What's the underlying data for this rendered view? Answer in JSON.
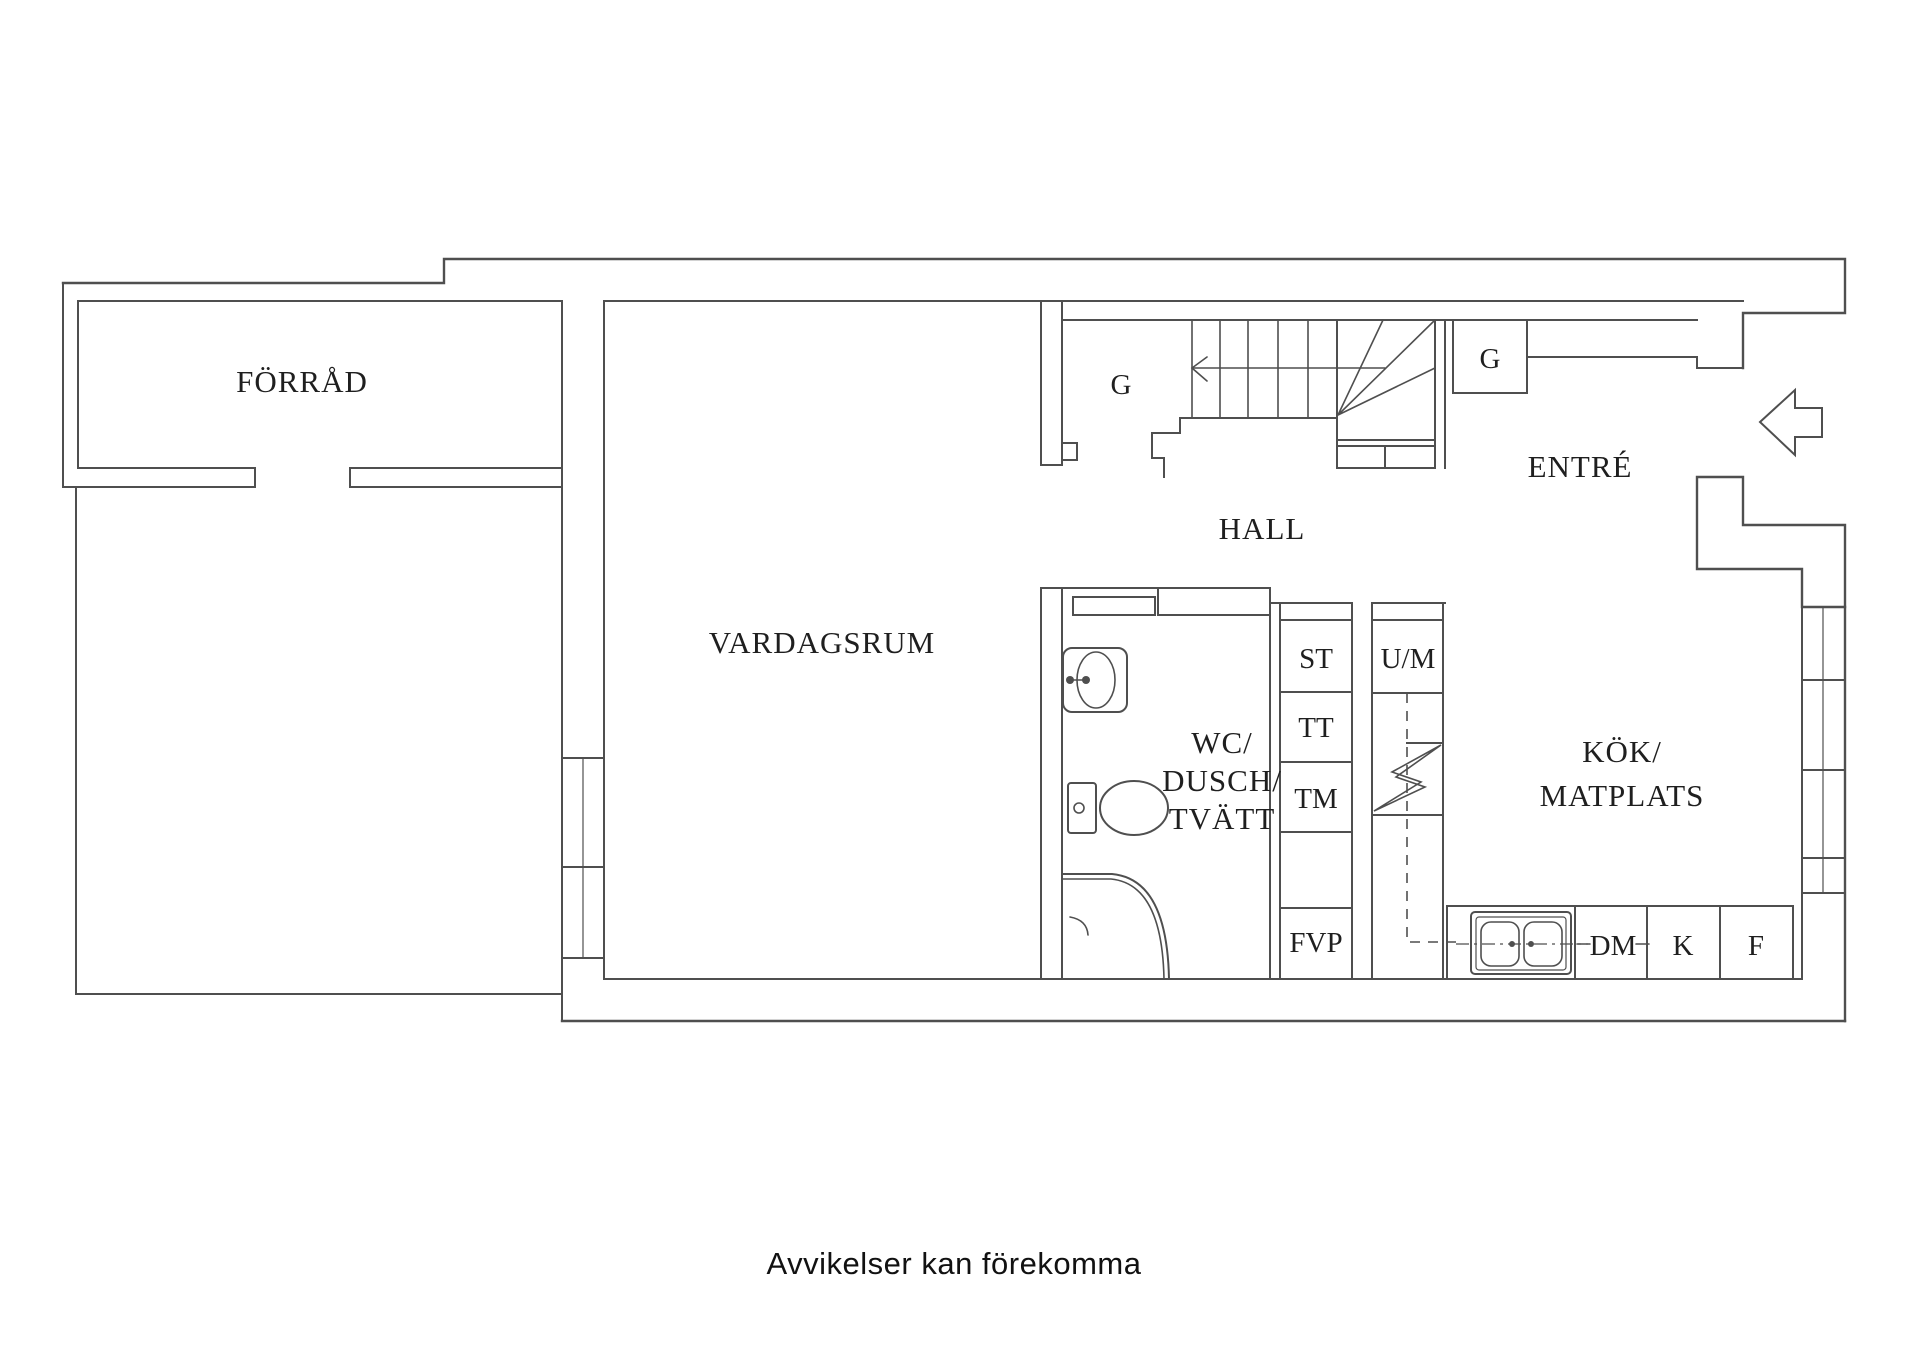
{
  "floorplan": {
    "caption": "Avvikelser kan förekomma",
    "rooms": {
      "storage": "FÖRRÅD",
      "living_room": "VARDAGSRUM",
      "hall": "HALL",
      "entry": "ENTRÉ",
      "bathroom_line1": "WC/",
      "bathroom_line2": "DUSCH/",
      "bathroom_line3": "TVÄTT",
      "kitchen_line1": "KÖK/",
      "kitchen_line2": "MATPLATS"
    },
    "fixtures": {
      "wardrobe_by_stair": "G",
      "wardrobe_entry": "G",
      "closet_st": "ST",
      "closet_tt": "TT",
      "closet_tm": "TM",
      "closet_fvp": "FVP",
      "closet_um": "U/M",
      "dishwasher": "DM",
      "fridge": "K",
      "freezer": "F"
    },
    "colors": {
      "line": "#4f4f4f",
      "background": "#ffffff",
      "text": "#1f1f1f"
    }
  }
}
